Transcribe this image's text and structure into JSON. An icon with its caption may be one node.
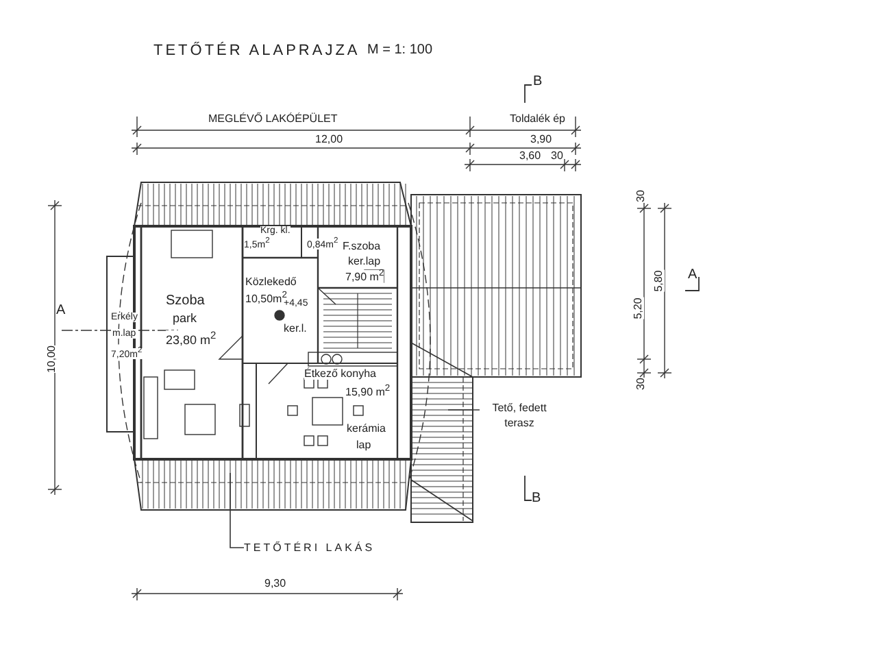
{
  "diagram": {
    "title": "TETŐTÉR ALAPRAJZA",
    "nodes": [
      {
        "text": [
          "Tető, fedett terasz"
        ]
      },
      {
        "text": [
          "TETŐTÉRI LAKÁS"
        ]
      }
    ],
    "edges": [
      {
        "from": 0,
        "to": null,
        "arrow": "none"
      },
      {
        "from": 1,
        "to": null,
        "arrow": "none"
      }
    ],
    "labels": [
      "M = 1: 100",
      "B",
      "MEGLÉVŐ LAKÓÉPÜLET",
      "Toldalék ép",
      "12,00",
      "3,90",
      "3,60",
      "30",
      "Krg. kl.",
      "1,5m$^{2}$",
      "0,84m$^{2}$",
      "F.szoba",
      "ker.lap",
      "7,90 m$^{2}$",
      "Szoba",
      "park",
      "23,80 m$^{2}$",
      "Közlekedő",
      "10,50m$^{2}$",
      "+4,45",
      "ker.l.",
      "Erkély",
      "m.lap",
      "7,20m$^{2}$",
      "A",
      "10,00",
      "30",
      "5,20",
      "5,80",
      "A",
      "Étkező konyha",
      "15,90 m$^{2}$",
      "kerámia",
      "lap",
      "30",
      "B",
      "9,30"
    ]
  }
}
